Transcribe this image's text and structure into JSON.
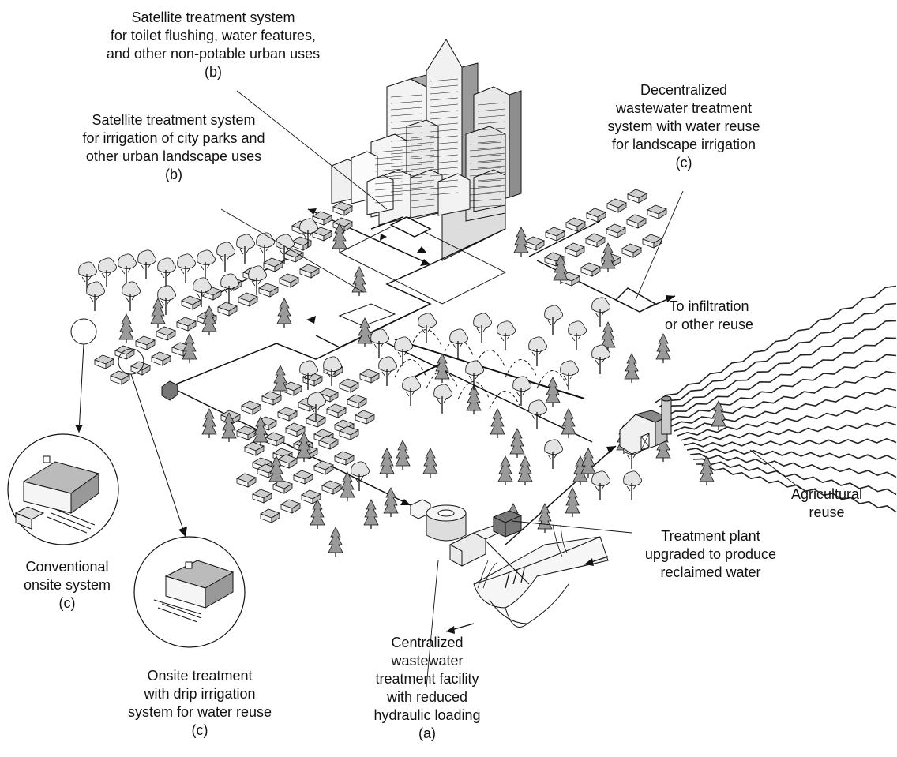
{
  "colors": {
    "ink": "#111111",
    "building_light": "#efefef",
    "building_mid": "#c8c8c8",
    "building_dark": "#8f8f8f",
    "tree_light": "#e6e6e6",
    "tree_dark": "#7a7a7a",
    "roof": "#bdbdbd",
    "field": "#444444"
  },
  "labels": {
    "sat_toilet": [
      "Satellite treatment system",
      "for toilet flushing, water features,",
      "and other non-potable urban uses",
      "(b)"
    ],
    "sat_irrig": [
      "Satellite treatment system",
      "for irrigation of city parks and",
      "other urban landscape uses",
      "(b)"
    ],
    "decentral": [
      "Decentralized",
      "wastewater treatment",
      "system with water reuse",
      "for landscape irrigation",
      "(c)"
    ],
    "infiltration": [
      "To infiltration",
      "or other reuse"
    ],
    "agri": [
      "Agricultural",
      "reuse"
    ],
    "plant": [
      "Treatment plant",
      "upgraded to produce",
      "reclaimed water"
    ],
    "central": [
      "Centralized",
      "wastewater",
      "treatment facility",
      "with reduced",
      "hydraulic loading",
      "(a)"
    ],
    "conventional": [
      "Conventional",
      "onsite system",
      "(c)"
    ],
    "onsite_drip": [
      "Onsite treatment",
      "with drip irrigation",
      "system for water reuse",
      "(c)"
    ]
  },
  "icons": [
    "city-skyline-icon",
    "house-icon",
    "tree-icon",
    "farm-barn-icon",
    "treatment-plant-icon",
    "river-icon",
    "septic-tank-icon",
    "sprinkler-arc-icon"
  ]
}
